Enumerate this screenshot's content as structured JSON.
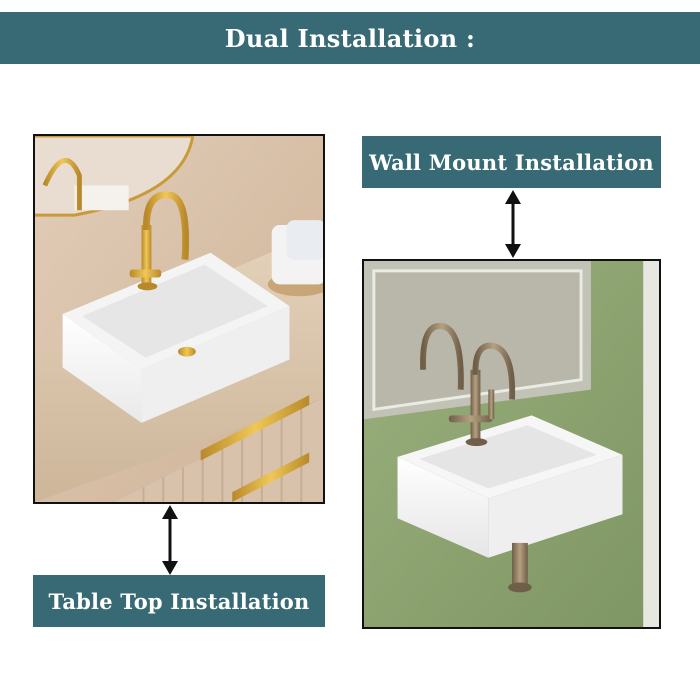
{
  "header": {
    "title": "Dual Installation :"
  },
  "wall_mount": {
    "label": "Wall Mount Installation"
  },
  "table_top": {
    "label": "Table Top Installation"
  },
  "colors": {
    "banner": "#386a75",
    "wall_green": "#8fa673",
    "gold": "#d4a53a",
    "brushed_bronze": "#8e7a5e",
    "countertop": "#d9c4a8"
  },
  "icons": [
    "double-arrow-icon"
  ]
}
